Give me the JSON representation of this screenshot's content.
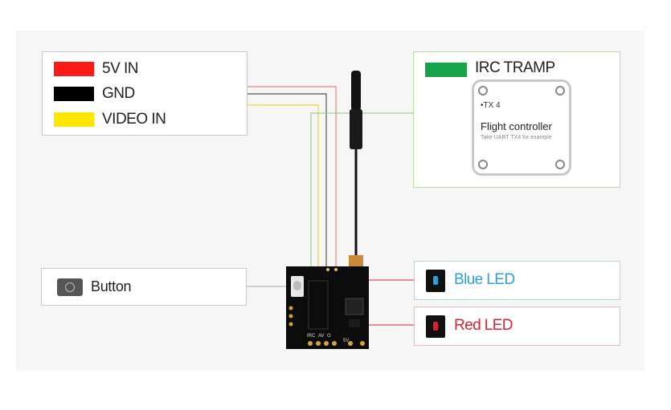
{
  "legend": {
    "items": [
      {
        "label": "5V IN",
        "color": "#ff1a1a"
      },
      {
        "label": "GND",
        "color": "#000000"
      },
      {
        "label": "VIDEO IN",
        "color": "#ffe600"
      }
    ]
  },
  "tramp": {
    "label": "IRC TRAMP",
    "color": "#16a34a",
    "fc_pin": "•TX 4",
    "fc_title": "Flight controller",
    "fc_subtitle": "Take UART TX4 for example"
  },
  "button": {
    "label": "Button",
    "icon": "button-icon"
  },
  "blue_led": {
    "label": "Blue LED",
    "color": "#2aa3d8"
  },
  "red_led": {
    "label": "Red LED",
    "color": "#d6232f"
  },
  "vtx_board": {
    "pins": [
      "IRC",
      "AV",
      "G",
      "5V"
    ]
  }
}
